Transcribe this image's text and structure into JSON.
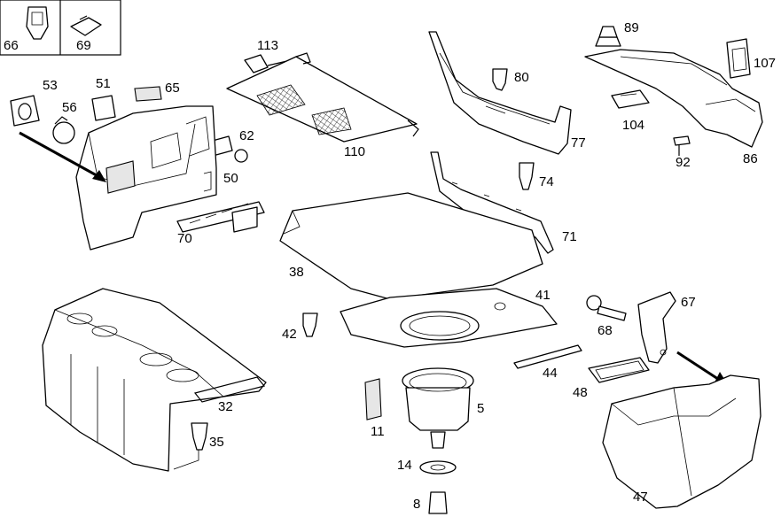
{
  "labels": {
    "p66": "66",
    "p69": "69",
    "p53": "53",
    "p51": "51",
    "p65": "65",
    "p56": "56",
    "p62": "62",
    "p50": "50",
    "p70": "70",
    "p113": "113",
    "p110": "110",
    "p80": "80",
    "p77": "77",
    "p89": "89",
    "p107": "107",
    "p104": "104",
    "p92": "92",
    "p86": "86",
    "p74": "74",
    "p71": "71",
    "p38": "38",
    "p41": "41",
    "p42": "42",
    "p32": "32",
    "p35": "35",
    "p44": "44",
    "p5": "5",
    "p11": "11",
    "p14": "14",
    "p8": "8",
    "p68": "68",
    "p67": "67",
    "p48": "48",
    "p47": "47"
  }
}
